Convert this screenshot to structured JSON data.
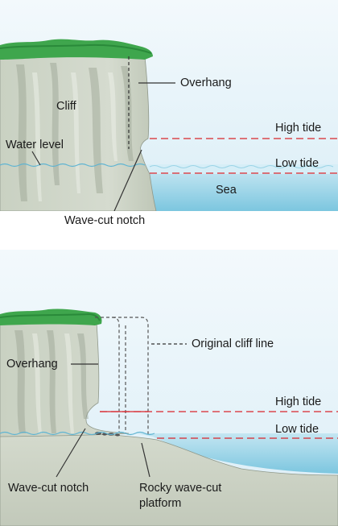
{
  "top_panel": {
    "labels": {
      "overhang": "Overhang",
      "cliff": "Cliff",
      "high_tide": "High tide",
      "water_level": "Water level",
      "low_tide": "Low tide",
      "sea": "Sea",
      "wave_cut_notch": "Wave-cut notch"
    }
  },
  "bottom_panel": {
    "labels": {
      "original_cliff_line": "Original cliff line",
      "overhang": "Overhang",
      "high_tide": "High tide",
      "low_tide": "Low tide",
      "wave_cut_notch": "Wave-cut notch",
      "platform_line1": "Rocky wave-cut",
      "platform_line2": "platform"
    }
  },
  "colors": {
    "sky": "#e8f4fa",
    "sea": "#8fd0e6",
    "sea_light": "#d2ecf5",
    "cliff": "#cfd6c8",
    "cliff_shadow": "#b4bdaa",
    "grass": "#3aa04a",
    "tide_line": "#d9262c",
    "dashed": "#333333"
  }
}
